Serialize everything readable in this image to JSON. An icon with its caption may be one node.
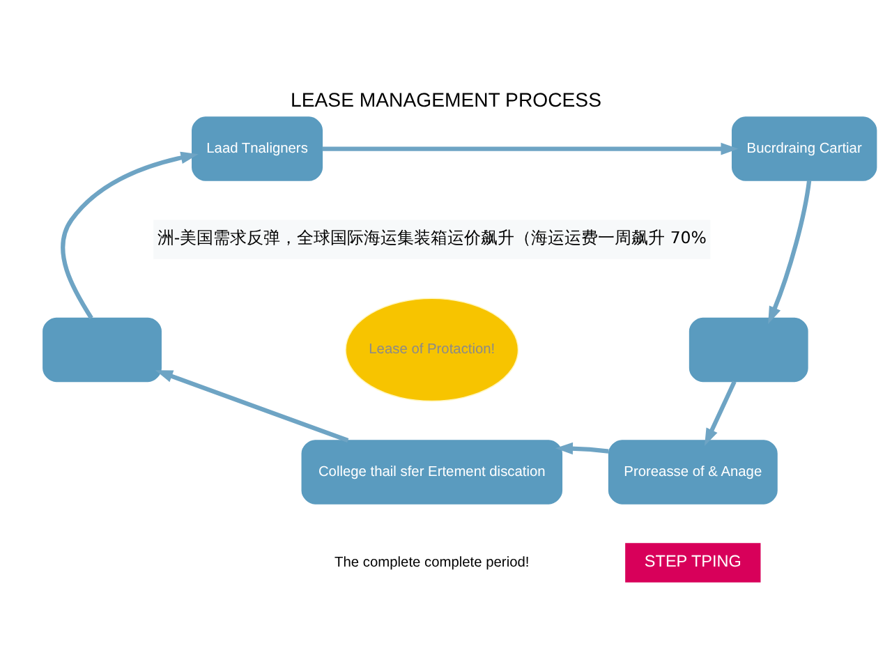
{
  "diagram": {
    "title": "LEASE MANAGEMENT PROCESS",
    "nodes": [
      {
        "text": [
          "Laad Tnaligners"
        ]
      },
      {
        "text": [
          "Bucrdraing Cartiar"
        ]
      },
      {
        "text": [],
        "shape": "box"
      },
      {
        "text": [
          "Lease of Protaction!"
        ]
      },
      {
        "text": [],
        "shape": "box"
      },
      {
        "text": [
          "Proreasse of & Anage"
        ]
      },
      {
        "text": [
          "College thail sfer Ertement discation"
        ]
      }
    ],
    "edges": [
      {
        "from": 0,
        "to": 1,
        "arrow": "to"
      },
      {
        "from": 1,
        "to": 4,
        "arrow": "to"
      },
      {
        "from": 4,
        "to": 5,
        "arrow": "to"
      },
      {
        "from": 5,
        "to": 6,
        "arrow": "to"
      },
      {
        "from": 6,
        "to": 2,
        "arrow": "to"
      },
      {
        "from": 2,
        "to": 0,
        "arrow": "to"
      }
    ],
    "labels": [
      "洲-美国需求反弹，全球国际海运集装箱运价飙升（海运运费一周飙升 70%",
      "The complete complete period!",
      "STEP TPING"
    ]
  }
}
